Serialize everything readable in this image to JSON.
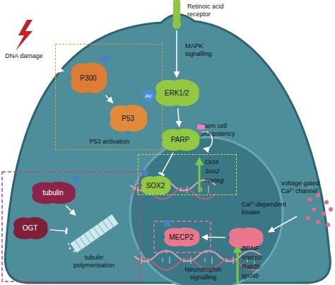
{
  "diagram": {
    "nodes": [
      {
        "text": [
          "Retinoic acid receptor"
        ]
      },
      {
        "text": [
          "P53 activation"
        ]
      },
      {
        "text": [
          "P300"
        ],
        "in": 1
      },
      {
        "text": [
          "P53"
        ],
        "in": 1
      },
      {
        "text": [
          "ERK1/2"
        ]
      },
      {
        "text": [
          "PARP"
        ]
      },
      {
        "text": [
          "Stem cell pluripotency"
        ]
      },
      {
        "text": [
          "SOX2"
        ],
        "in": 6
      },
      {
        "text": [
          "tubulin"
        ]
      },
      {
        "text": [
          "OGT"
        ]
      },
      {
        "text": [
          "tubulin polymerisation"
        ]
      },
      {
        "text": [
          "MECP2"
        ]
      },
      {
        "text": [
          "Ca²⁺-dependent kinase"
        ]
      }
    ],
    "edges": [
      {
        "from": 0,
        "to": 4,
        "arrow": "to",
        "label": "MAPK signalling"
      },
      {
        "from": 4,
        "to": 5,
        "arrow": "to"
      },
      {
        "from": 5,
        "to": 7,
        "arrow": "none"
      },
      {
        "from": 2,
        "to": 3,
        "arrow": "to"
      },
      {
        "from": 8,
        "to": 10,
        "arrow": "to"
      },
      {
        "from": 9,
        "to": 10,
        "arrow": "none"
      },
      {
        "from": 12,
        "to": 11,
        "arrow": "to"
      }
    ],
    "labels": [
      "DNA damage",
      "Ac",
      "Oct4",
      "Sox2",
      "Nanog",
      "voltage gated Ca²⁺ channel",
      "Neurotrophin signalling",
      "BDNF",
      "Vamp3",
      "Rab3b",
      "Igsf4b"
    ]
  }
}
